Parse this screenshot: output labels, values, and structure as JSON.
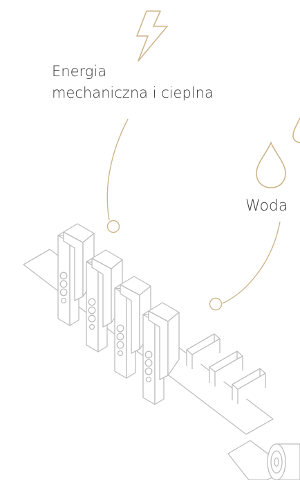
{
  "labels": {
    "energy_line1": "Energia",
    "energy_line2": "mechaniczna i cieplna",
    "water": "Woda"
  },
  "icons": {
    "energy": "lightning-bolt-icon",
    "water": "water-drop-icon",
    "product": "paper-roll-icon"
  },
  "colors": {
    "accent_gold": "#cdb58c",
    "machine_gray": "#bdbdbd",
    "text": "#3a3a3a",
    "background": "#ffffff"
  }
}
